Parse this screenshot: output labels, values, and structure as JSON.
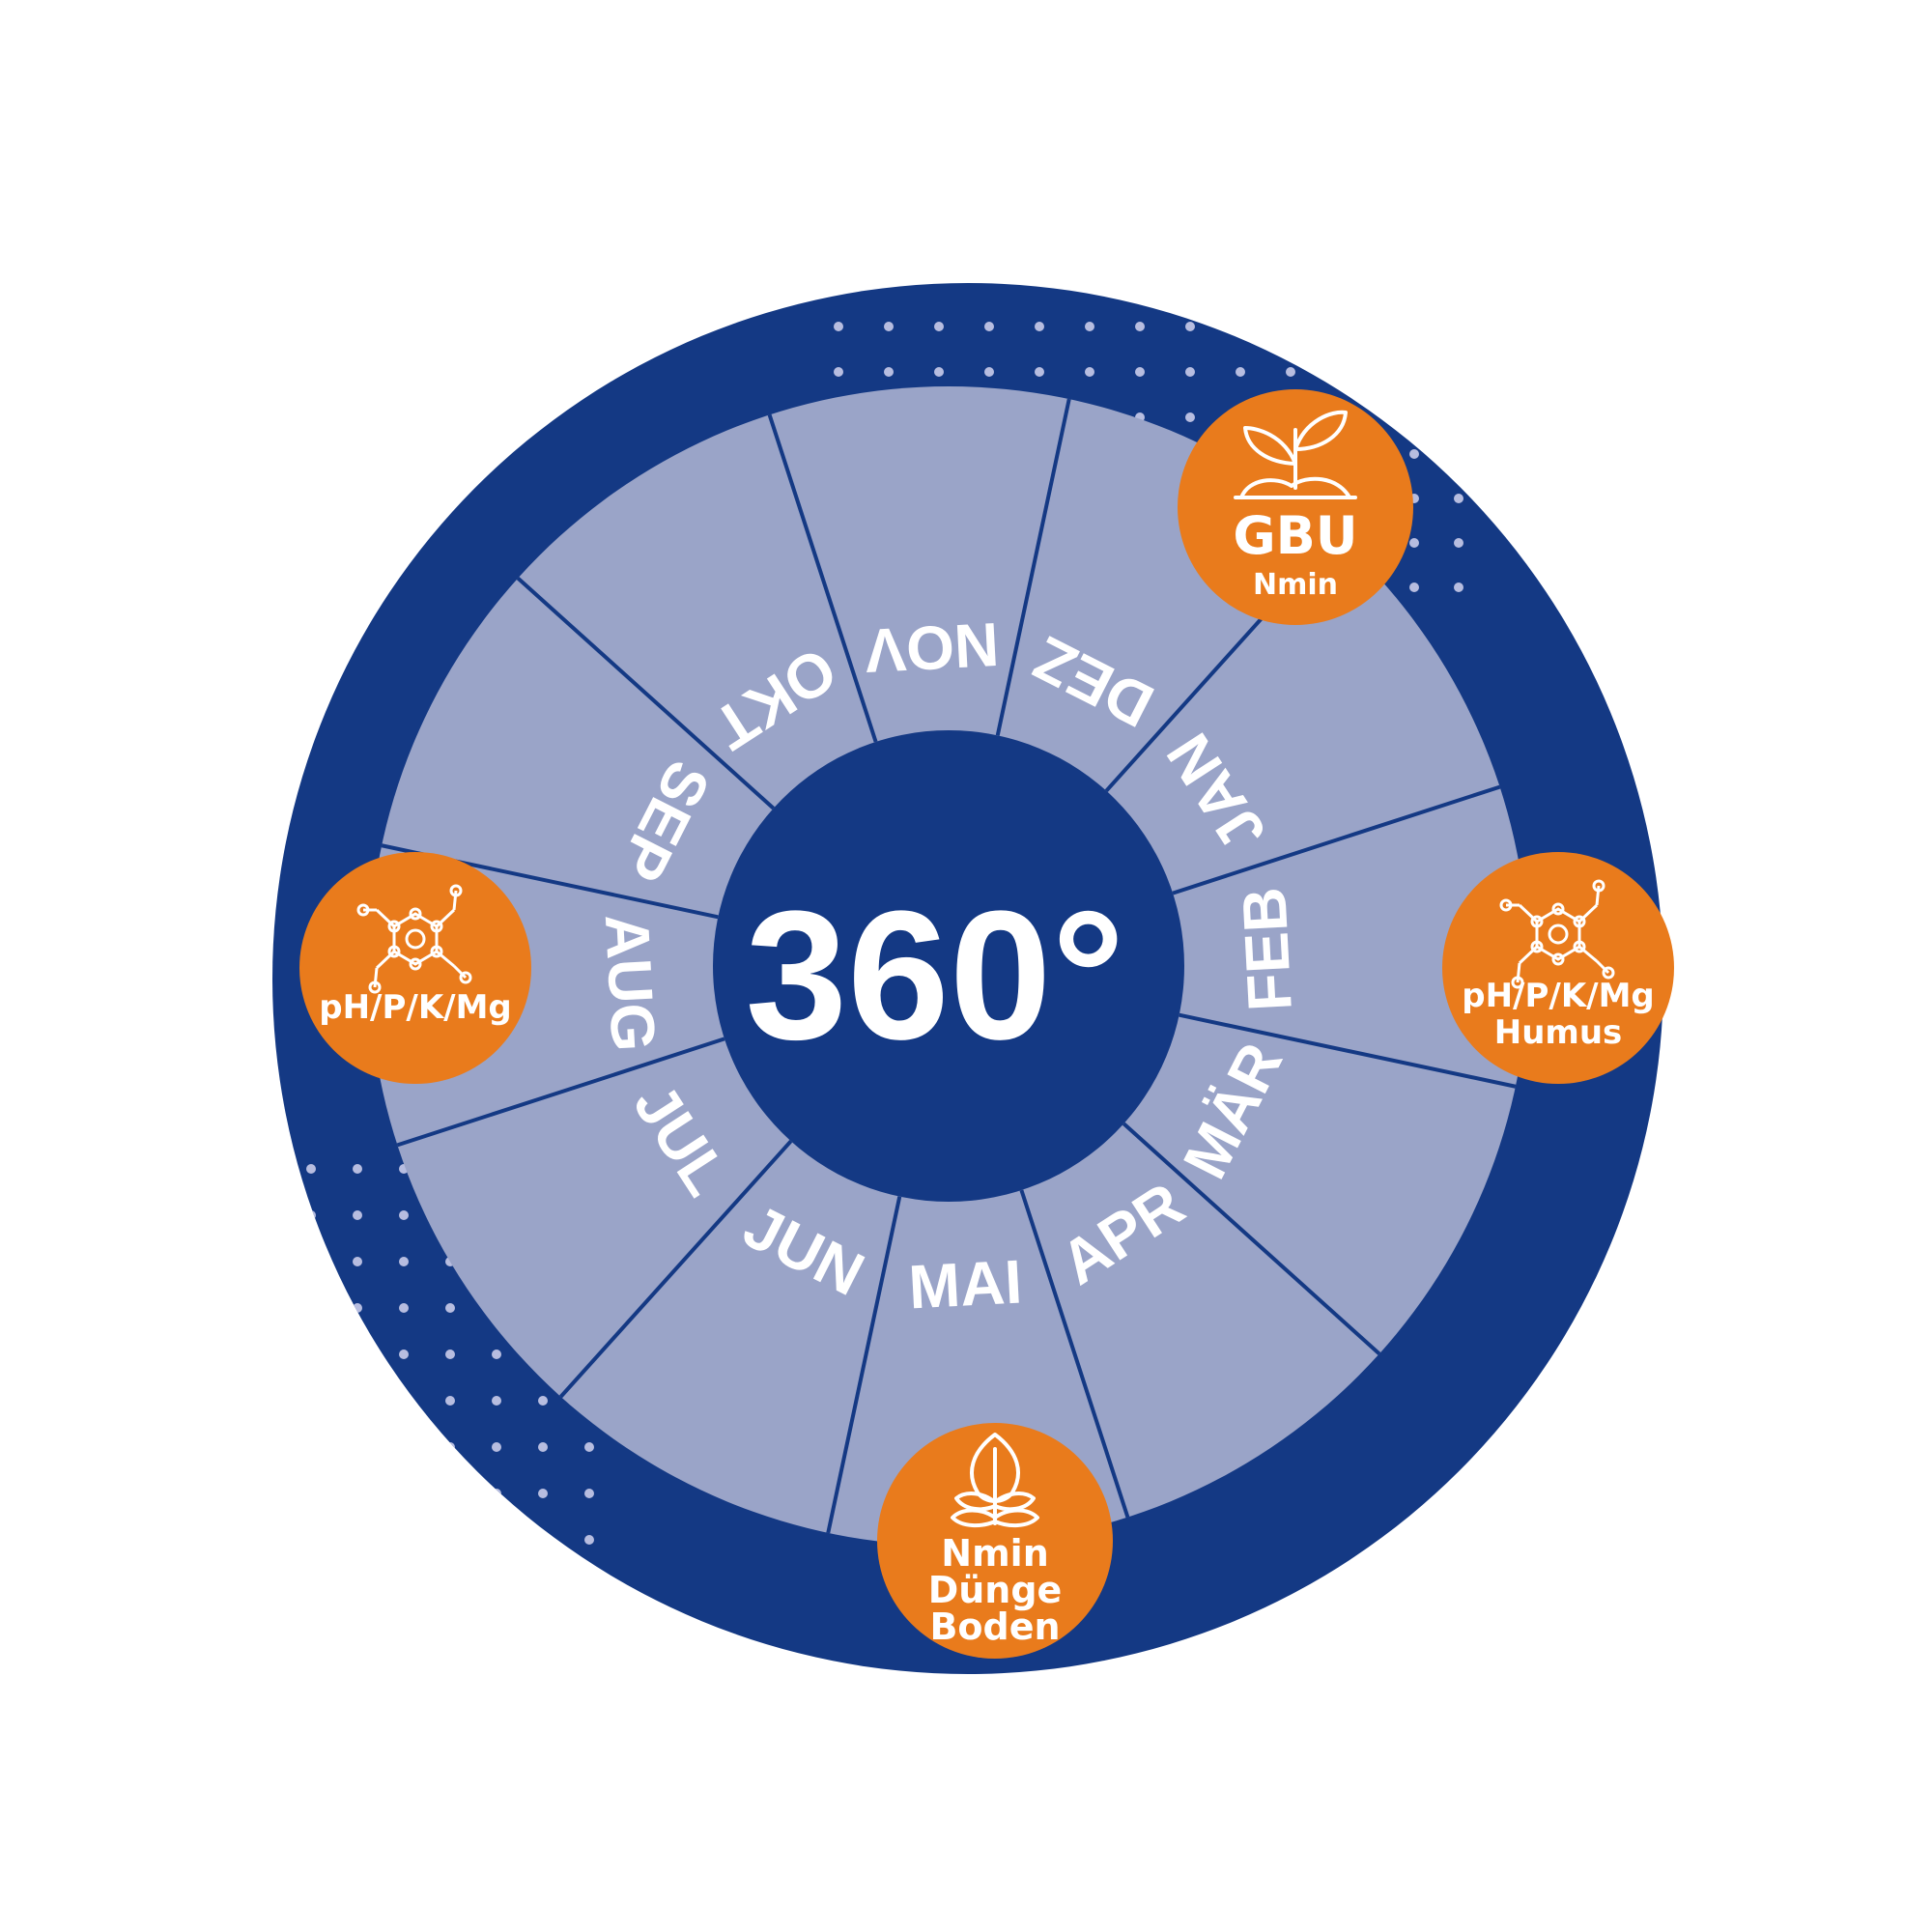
{
  "colors": {
    "outer_ring": "#143984",
    "segment_fill": "#9aa4c8",
    "divider": "#143984",
    "center_disc": "#143984",
    "badge": "#e97b1c",
    "text": "#ffffff",
    "dots": "#b7bde0"
  },
  "center": {
    "label": "360°"
  },
  "months": [
    "JAN",
    "FEB",
    "MÄR",
    "APR",
    "MAI",
    "JUN",
    "JUL",
    "AUG",
    "SEP",
    "OKT",
    "NOV",
    "DEZ"
  ],
  "badges": [
    {
      "id": "top-right",
      "icon": "sprout-icon",
      "lines": [
        "GBU",
        "Nmin"
      ]
    },
    {
      "id": "right",
      "icon": "molecule-icon",
      "lines": [
        "pH/P/K/Mg",
        "Humus"
      ]
    },
    {
      "id": "bottom",
      "icon": "leaf-plant-icon",
      "lines": [
        "Nmin",
        "Dünge",
        "Boden"
      ]
    },
    {
      "id": "left",
      "icon": "molecule-icon",
      "lines": [
        "pH/P/K/Mg"
      ]
    }
  ]
}
